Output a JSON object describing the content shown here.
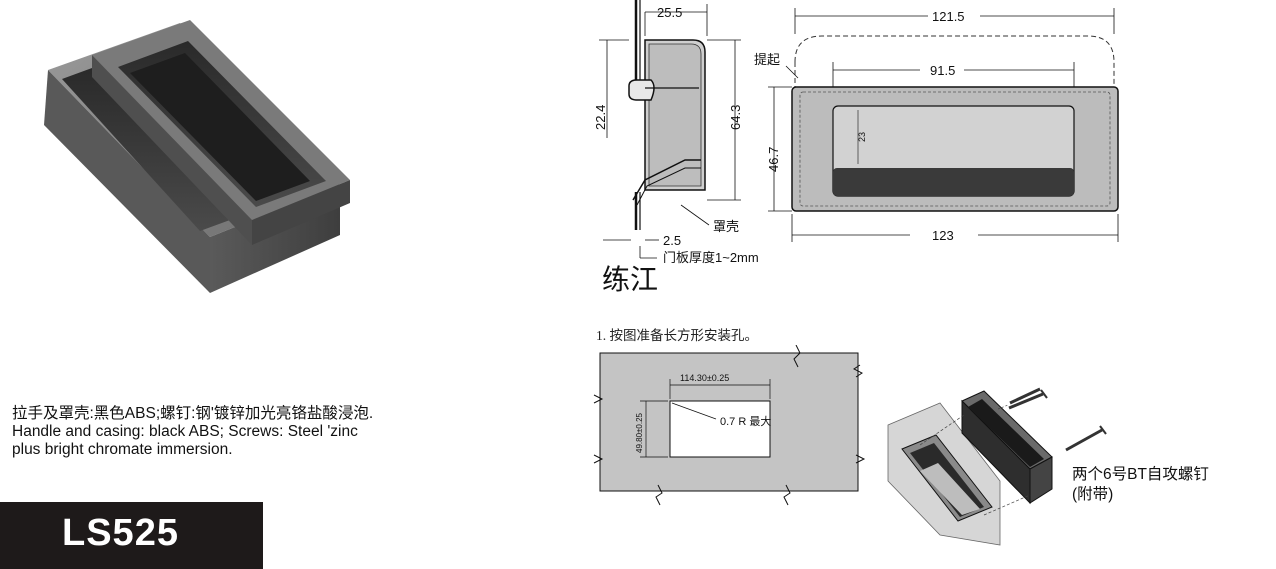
{
  "description": {
    "line1": "拉手及罩壳:黑色ABS;螺钉:钢'镀锌加光亮铬盐酸浸泡.",
    "line2": "Handle and casing: black ABS; Screws: Steel 'zinc",
    "line3": "plus bright chromate immersion."
  },
  "model": "LS525",
  "side_view": {
    "dim_top": "25.5",
    "dim_left": "22.4",
    "dim_right": "64.3",
    "dim_bottom": "2.5",
    "label_cover": "罩壳",
    "label_panel": "门板厚度1~2mm",
    "maker": "练江"
  },
  "front_view": {
    "dim_outer_top": "121.5",
    "dim_inner_top": "91.5",
    "dim_height": "46.7",
    "dim_inner_height": "23",
    "dim_bottom": "123",
    "label_lift": "提起"
  },
  "cutout": {
    "step": "1. 按图准备长方形安装孔。",
    "width": "114.30±0.25",
    "height": "49.80±0.25",
    "radius": "0.7 R 最大"
  },
  "screws_note": {
    "line1": "两个6号BT自攻螺钉",
    "line2": "(附带)"
  }
}
